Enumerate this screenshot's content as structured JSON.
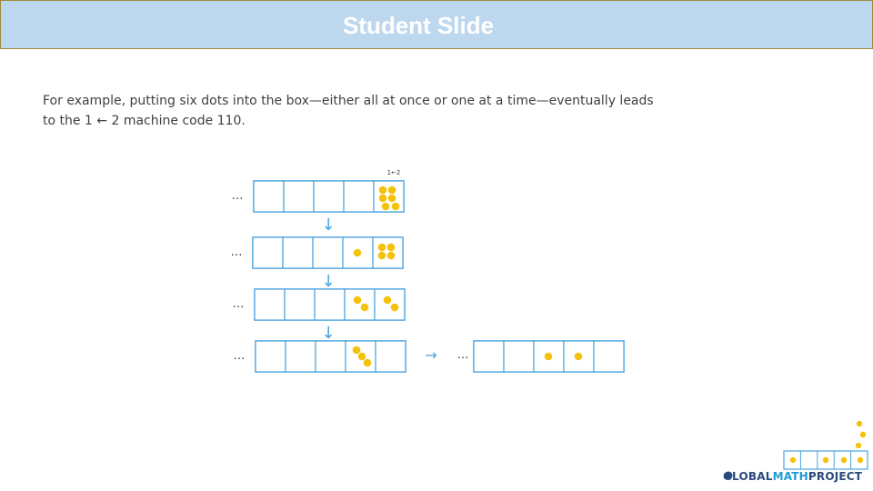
{
  "slide": {
    "title": "Student Slide",
    "body_line1": "For example, putting six dots into the box—either all at once or one at a time—eventually leads",
    "body_line2": "to the 1 ← 2 machine code 110."
  },
  "diagram": {
    "machine_label": "1←2",
    "ellipsis": "…",
    "step_arrow": "↓",
    "result_arrow": "→",
    "rows": [
      {
        "dots": [
          0,
          0,
          0,
          0,
          6
        ]
      },
      {
        "dots": [
          0,
          0,
          0,
          1,
          4
        ]
      },
      {
        "dots": [
          0,
          0,
          0,
          2,
          2
        ]
      },
      {
        "dots": [
          0,
          0,
          0,
          3,
          0
        ]
      }
    ],
    "result": {
      "dots": [
        0,
        0,
        1,
        1,
        0
      ]
    }
  },
  "logo": {
    "part1": "GLOBAL",
    "part2": "MATH",
    "part3": "PROJECT"
  },
  "colors": {
    "title_bg": "#bdd7ee",
    "box_stroke": "#4aa3df",
    "dot": "#f4c20d"
  }
}
